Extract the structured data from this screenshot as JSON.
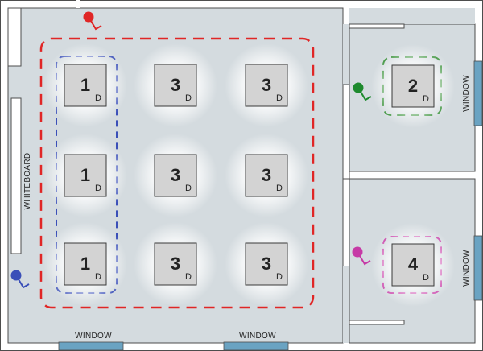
{
  "colors": {
    "floor": "#d4dbdf",
    "wall": "#ffffff",
    "wall_outline": "#4d4d4d",
    "desk": "#d3d3d3",
    "window": "#6aa3c2",
    "zone_red": "#e02626",
    "zone_blue": "#3a4fb8",
    "zone_green": "#2e8b2e",
    "zone_magenta": "#c63aa6"
  },
  "labels": {
    "whiteboard": "WHITEBOARD",
    "window_bottom_left": "WINDOW",
    "window_bottom_right": "WINDOW",
    "window_right_top": "WINDOW",
    "window_right_bottom": "WINDOW"
  },
  "desks": [
    {
      "id": "1",
      "number": "1",
      "sub": "D"
    },
    {
      "id": "2",
      "number": "3",
      "sub": "D"
    },
    {
      "id": "3",
      "number": "3",
      "sub": "D"
    },
    {
      "id": "4",
      "number": "1",
      "sub": "D"
    },
    {
      "id": "5",
      "number": "3",
      "sub": "D"
    },
    {
      "id": "6",
      "number": "3",
      "sub": "D"
    },
    {
      "id": "7",
      "number": "1",
      "sub": "D"
    },
    {
      "id": "8",
      "number": "3",
      "sub": "D"
    },
    {
      "id": "9",
      "number": "3",
      "sub": "D"
    },
    {
      "id": "10",
      "number": "2",
      "sub": "D"
    },
    {
      "id": "11",
      "number": "4",
      "sub": "D"
    }
  ],
  "sensors": [
    {
      "id": "red",
      "color": "#e02626"
    },
    {
      "id": "green",
      "color": "#1e8a2e"
    },
    {
      "id": "magenta",
      "color": "#c63aa6"
    },
    {
      "id": "blue",
      "color": "#3a4fb8"
    }
  ]
}
